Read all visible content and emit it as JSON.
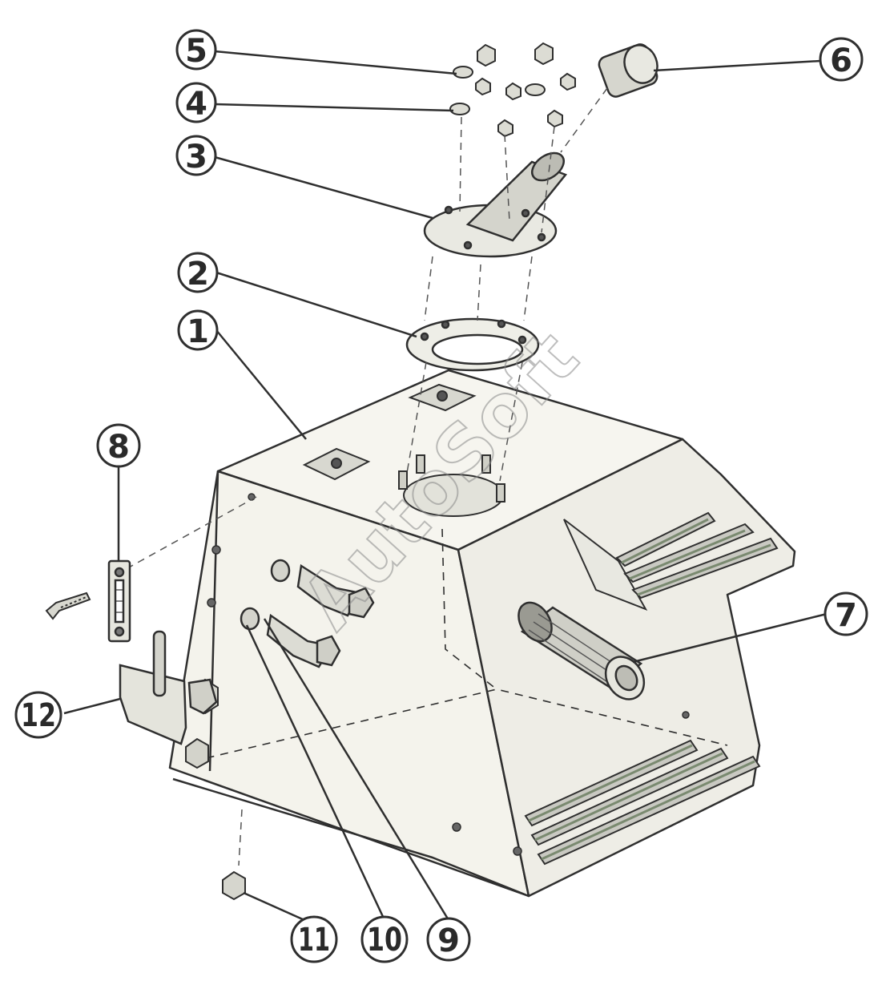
{
  "diagram": {
    "colors": {
      "line": "#2f2f2f",
      "body": "#f6f5ef",
      "shade": "#c9c9c2",
      "rib": "#7a8a70"
    },
    "callouts": {
      "c1": "1",
      "c2": "2",
      "c3": "3",
      "c4": "4",
      "c5": "5",
      "c6": "6",
      "c7": "7",
      "c8": "8",
      "c9": "9",
      "c10": "10",
      "c11": "11",
      "c12": "12"
    },
    "watermark": "AutoSoft"
  }
}
